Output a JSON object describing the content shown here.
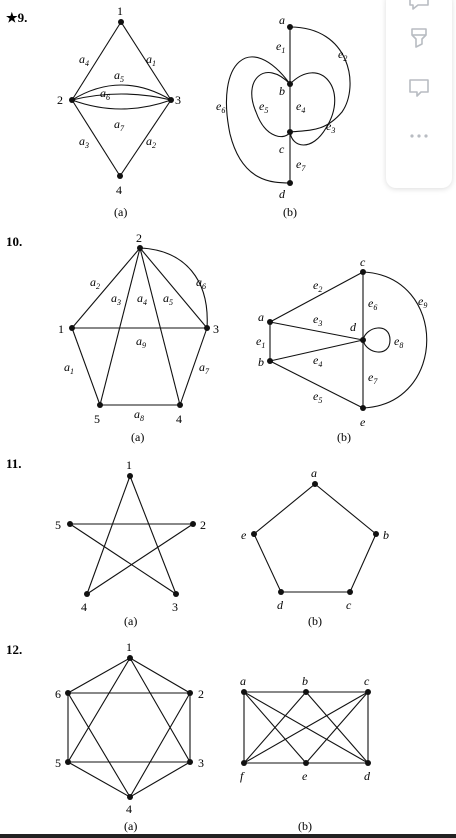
{
  "problems": [
    {
      "id": "p9",
      "number": "★9.",
      "captions": [
        "(a)",
        "(b)"
      ]
    },
    {
      "id": "p10",
      "number": "10.",
      "captions": [
        "(a)",
        "(b)"
      ]
    },
    {
      "id": "p11",
      "number": "11.",
      "captions": [
        "(a)",
        "(b)"
      ]
    },
    {
      "id": "p12",
      "number": "12.",
      "captions": [
        "(a)",
        "(b)"
      ]
    }
  ],
  "graphs": {
    "p9a": {
      "vertices": [
        "1",
        "2",
        "3",
        "4"
      ],
      "edges": [
        {
          "base": "a",
          "sub": "1"
        },
        {
          "base": "a",
          "sub": "2"
        },
        {
          "base": "a",
          "sub": "3"
        },
        {
          "base": "a",
          "sub": "4"
        },
        {
          "base": "a",
          "sub": "5"
        },
        {
          "base": "a",
          "sub": "6"
        },
        {
          "base": "a",
          "sub": "7"
        }
      ]
    },
    "p9b": {
      "vertices": [
        "a",
        "b",
        "c",
        "d"
      ],
      "edges": [
        {
          "base": "e",
          "sub": "1"
        },
        {
          "base": "e",
          "sub": "2"
        },
        {
          "base": "e",
          "sub": "3"
        },
        {
          "base": "e",
          "sub": "4"
        },
        {
          "base": "e",
          "sub": "5"
        },
        {
          "base": "e",
          "sub": "6"
        },
        {
          "base": "e",
          "sub": "7"
        }
      ]
    },
    "p10a": {
      "vertices": [
        "1",
        "2",
        "3",
        "4",
        "5"
      ],
      "edges": [
        {
          "base": "a",
          "sub": "1"
        },
        {
          "base": "a",
          "sub": "2"
        },
        {
          "base": "a",
          "sub": "3"
        },
        {
          "base": "a",
          "sub": "4"
        },
        {
          "base": "a",
          "sub": "5"
        },
        {
          "base": "a",
          "sub": "6"
        },
        {
          "base": "a",
          "sub": "7"
        },
        {
          "base": "a",
          "sub": "8"
        },
        {
          "base": "a",
          "sub": "9"
        }
      ]
    },
    "p10b": {
      "vertices": [
        "a",
        "b",
        "c",
        "d",
        "e"
      ],
      "edges": [
        {
          "base": "e",
          "sub": "1"
        },
        {
          "base": "e",
          "sub": "2"
        },
        {
          "base": "e",
          "sub": "3"
        },
        {
          "base": "e",
          "sub": "4"
        },
        {
          "base": "e",
          "sub": "5"
        },
        {
          "base": "e",
          "sub": "6"
        },
        {
          "base": "e",
          "sub": "7"
        },
        {
          "base": "e",
          "sub": "8"
        },
        {
          "base": "e",
          "sub": "9"
        }
      ]
    },
    "p11a": {
      "vertices": [
        "1",
        "2",
        "3",
        "4",
        "5"
      ]
    },
    "p11b": {
      "vertices": [
        "a",
        "b",
        "c",
        "d",
        "e"
      ]
    },
    "p12a": {
      "vertices": [
        "1",
        "2",
        "3",
        "4",
        "5",
        "6"
      ]
    },
    "p12b": {
      "vertices": [
        "a",
        "b",
        "c",
        "d",
        "e",
        "f"
      ]
    }
  },
  "toolbar": {
    "tools": [
      {
        "name": "comment-tool",
        "icon": "speech-bubble-icon"
      },
      {
        "name": "highlight-tool",
        "icon": "highlighter-icon"
      },
      {
        "name": "note-tool",
        "icon": "note-icon"
      },
      {
        "name": "more-tool",
        "icon": "more-dots-icon"
      }
    ]
  },
  "colors": {
    "ink": "#111111",
    "toolbar_icon": "#b8bcc2"
  }
}
